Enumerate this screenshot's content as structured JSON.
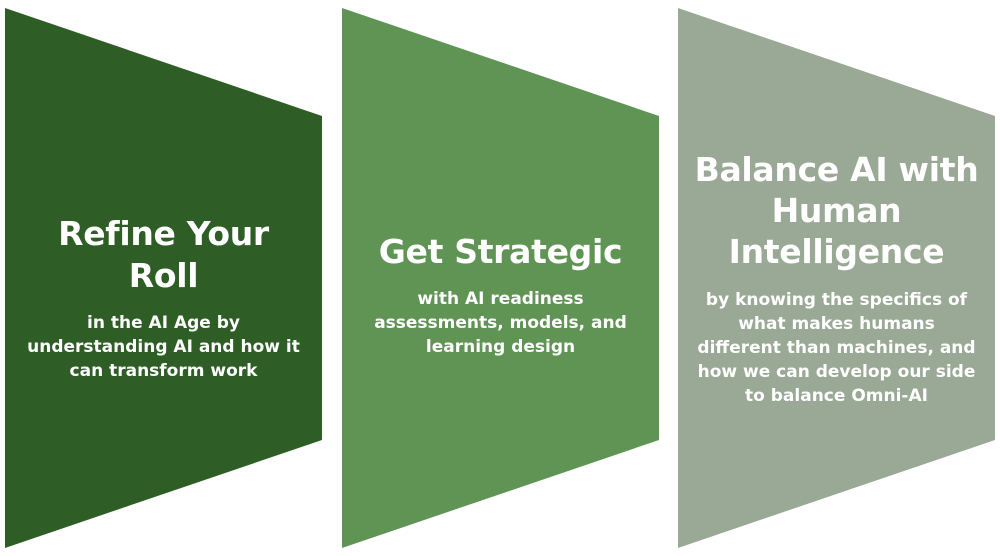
{
  "colors": {
    "panel_1": "#2e5e26",
    "panel_2": "#5f9455",
    "panel_3": "#9aa896",
    "text": "#ffffff"
  },
  "panels": [
    {
      "title": "Refine Your Roll",
      "body": "in the AI Age by understanding AI and how it can transform work"
    },
    {
      "title": "Get Strategic",
      "body": "with AI readiness assessments, models, and learning design"
    },
    {
      "title": "Balance AI with Human Intelligence",
      "body": "by knowing the specifics of what makes humans different than machines, and how we can develop our side to balance Omni-AI"
    }
  ]
}
